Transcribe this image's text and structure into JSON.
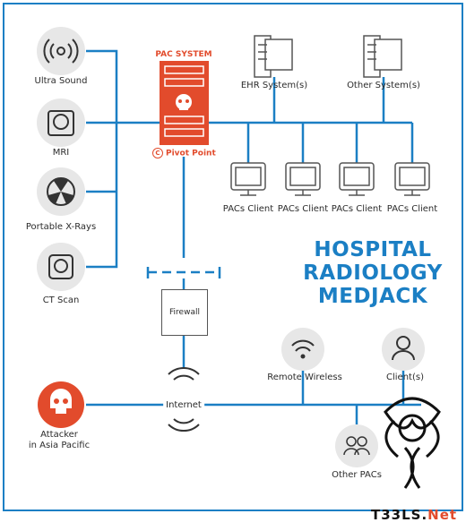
{
  "title_lines": [
    "HOSPITAL",
    "RADIOLOGY",
    "MEDJACK"
  ],
  "devices": {
    "ultrasound": "Ultra Sound",
    "mri": "MRI",
    "portable_xray": "Portable X-Rays",
    "ct_scan": "CT Scan"
  },
  "pac_system": {
    "label": "PAC SYSTEM",
    "pivot_label": "Pivot Point"
  },
  "servers": {
    "ehr": "EHR System(s)",
    "other": "Other System(s)"
  },
  "clients": [
    "PACs Client",
    "PACs Client",
    "PACs Client",
    "PACs Client"
  ],
  "firewall": "Firewall",
  "internet": "Internet",
  "remote_wireless": "Remote Wireless",
  "client_s": "Client(s)",
  "other_pacs": "Other PACs",
  "attacker": [
    "Attacker",
    "in Asia Pacific"
  ],
  "watermark": {
    "prefix": "T33LS",
    "suffix": "Net"
  },
  "colors": {
    "blue": "#1b7fc4",
    "red": "#e24b2c",
    "gray": "#e7e7e7"
  }
}
